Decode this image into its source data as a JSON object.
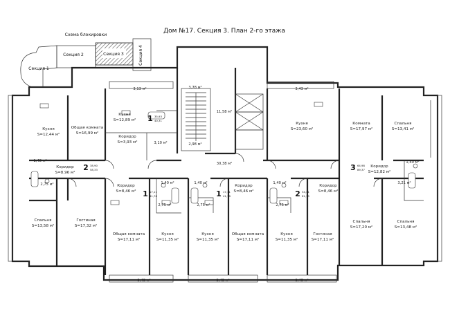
{
  "title": "Дом №17. Секция 3. План 2-го этажа",
  "key_plan": {
    "label": "Схема блокировки",
    "sections": [
      "Секция 1",
      "Секция 2",
      "Секция 3",
      "Секция 4"
    ]
  },
  "balconies": {
    "top_left": "3,13 м²",
    "top_mid": "3,78 м²",
    "top_right": "3,43 м²",
    "bottom_1": "3,43 м²",
    "bottom_2": "3,43 м²",
    "bottom_3": "3,43 м²"
  },
  "common": {
    "elevator_hall": "11,58 м²",
    "corridor": "30,38 м²",
    "stair_small": "2,98 м²",
    "small_310": "3,10 м²"
  },
  "apartments": [
    {
      "id": "apt-1-top",
      "number": "1",
      "area_total": "35,93",
      "area_living": "40,31",
      "rooms": [
        {
          "name": "Кухня",
          "area": "S=12,89 м²"
        },
        {
          "name": "Коридор",
          "area": "S=3,93 м²"
        }
      ]
    },
    {
      "id": "apt-2-left",
      "number": "2",
      "area_total": "38,90",
      "area_living": "58,33",
      "rooms": [
        {
          "name": "Кухня",
          "area": "S=12,44 м²"
        },
        {
          "name": "Общая комната",
          "area": "S=16,99 м²"
        },
        {
          "name": "Коридор",
          "area": "S=8,96 м²"
        },
        {
          "name": "Спальня",
          "area": "S=13,58 м²"
        },
        {
          "name": "Гостиная",
          "area": "S=17,32 м²"
        }
      ],
      "wet": [
        "1,48 м²",
        "2,75 м²"
      ]
    },
    {
      "id": "apt-3-right",
      "number": "3",
      "area_total": "64,98",
      "area_living": "89,37",
      "rooms": [
        {
          "name": "Кухня",
          "area": "S=23,60 м²"
        },
        {
          "name": "Комната",
          "area": "S=17,97 м²"
        },
        {
          "name": "Спальня",
          "area": "S=13,41 м²"
        },
        {
          "name": "Коридор",
          "area": "S=12,82 м²"
        },
        {
          "name": "Спальня",
          "area": "S=17,20 м²"
        },
        {
          "name": "Спальня",
          "area": "S=13,48 м²"
        }
      ],
      "wet": [
        "1,40 м²",
        "3,21 м²"
      ]
    },
    {
      "id": "apt-1-bottom-a",
      "number": "1",
      "area_total": "17,11",
      "area_living": "41,78",
      "rooms": [
        {
          "name": "Коридор",
          "area": "S=8,46 м²"
        },
        {
          "name": "Общая комната",
          "area": "S=17,11 м²"
        },
        {
          "name": "Кухня",
          "area": "S=11,35 м²"
        }
      ],
      "wet": [
        "1,40 м²",
        "2,75 м²"
      ]
    },
    {
      "id": "apt-1-bottom-b",
      "number": "1",
      "area_total": "17,11",
      "area_living": "41,78",
      "rooms": [
        {
          "name": "Коридор",
          "area": "S=8,46 м²"
        },
        {
          "name": "Кухня",
          "area": "S=11,35 м²"
        },
        {
          "name": "Общая комната",
          "area": "S=17,11 м²"
        }
      ],
      "wet": [
        "1,40 м²",
        "2,75 м²"
      ]
    },
    {
      "id": "apt-2-bottom",
      "number": "2",
      "area_total": "34,31",
      "area_living": "61,15",
      "rooms": [
        {
          "name": "Коридор",
          "area": "S=8,46 м²"
        },
        {
          "name": "Кухня",
          "area": "S=11,35 м²"
        },
        {
          "name": "Гостиная",
          "area": "S=17,11 м²"
        }
      ],
      "wet": [
        "1,40 м²",
        "2,75 м²"
      ]
    }
  ]
}
